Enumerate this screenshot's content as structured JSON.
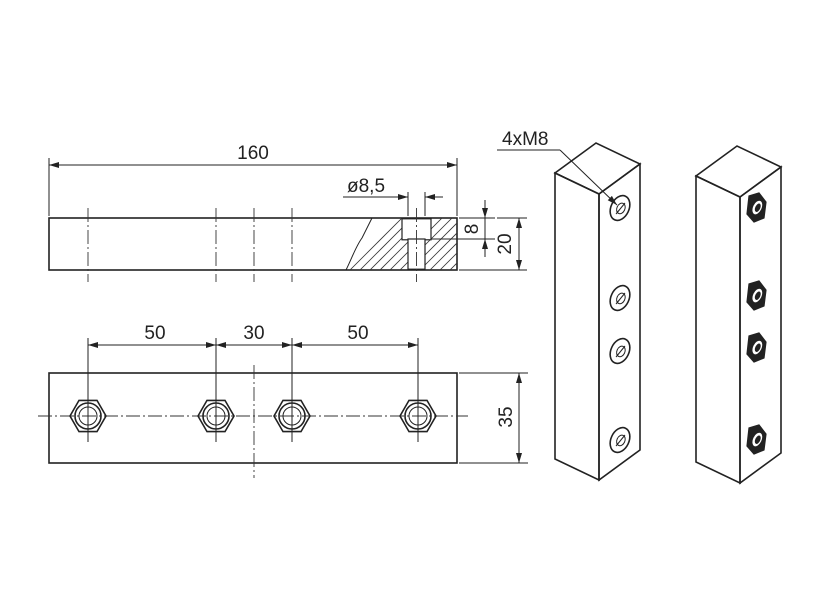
{
  "colors": {
    "line": "#222222",
    "background": "#ffffff"
  },
  "side_view": {
    "overall_length_label": "160",
    "hole_diameter_label": "ø8,5",
    "recess_depth_label": "8",
    "thickness_label": "20"
  },
  "top_view": {
    "spacing_labels": [
      "50",
      "30",
      "50"
    ],
    "width_label": "35",
    "nut_icons": [
      "hex-nut-icon",
      "hex-nut-icon",
      "hex-nut-icon",
      "hex-nut-icon"
    ]
  },
  "iso_view": {
    "thread_callout_label": "4xM8",
    "blocks": [
      "iso-block-plain-holes",
      "iso-block-with-nuts"
    ]
  }
}
